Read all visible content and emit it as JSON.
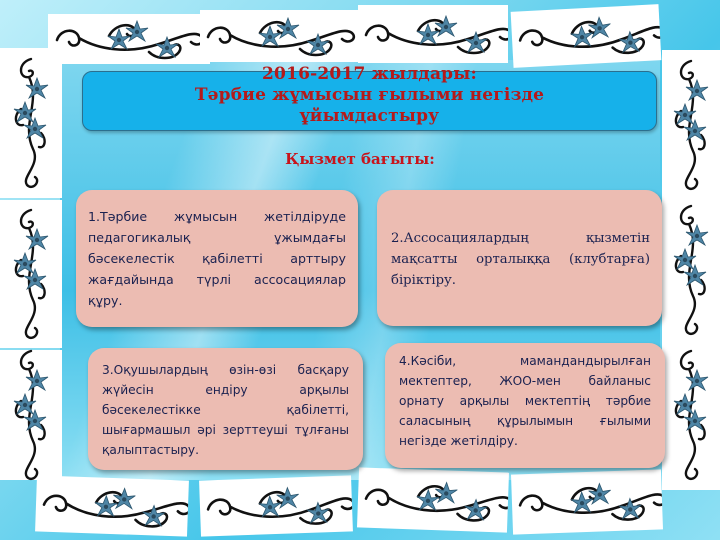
{
  "slide": {
    "title_line1": "2016-2017 жылдары:",
    "title_line2": "Тәрбие жұмысын ғылыми негізде",
    "title_line3": "ұйымдастыру",
    "subtitle": "Қызмет бағыты:"
  },
  "cards": [
    {
      "text": "1.Тәрбие жұмысын жетілдіруде педагогикалық ұжымдағы бәсекелестік қабілетті арттыру жағдайында түрлі ассосациялар құру."
    },
    {
      "text": "2.Ассосациялардың қызметін мақсатты орталыққа (клубтарға) біріктіру."
    },
    {
      "text": "3.Оқушылардың өзін-өзі басқару жүйесін ендіру арқылы бәсекелестікке қабілетті, шығармашыл әрі зерттеуші тұлғаны қалыптастыру."
    },
    {
      "text": "4.Кәсіби, мамандандырылған мектептер, ЖОО-мен байланыс орнату арқылы мектептің тәрбие саласының құрылымын ғылыми негізде жетілдіру."
    }
  ],
  "decor": {
    "border_icon": "floral-ornament-icon",
    "flower_color": "#4f86a6",
    "swirl_color": "#111111",
    "title_box_color": "#16b1ea",
    "title_text_color": "#b51a1a",
    "card_color": "#ecbcb2",
    "card_text_color": "#1a2150"
  }
}
